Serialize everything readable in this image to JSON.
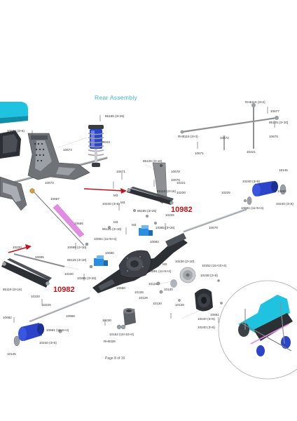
{
  "title": "Rear Assembly",
  "footer": "Page 8 of 16",
  "callouts": [
    "10982",
    "10982"
  ],
  "colors": {
    "title": "#3fb6c8",
    "arrow": "#c0151b",
    "shock": "#2b44c8",
    "link": "#e38be5",
    "cyan_body": "#1fc3e0"
  },
  "labels": [
    {
      "id": "a1",
      "text": "85185 (3×25)"
    },
    {
      "id": "a2",
      "text": "10686 (3×6)"
    },
    {
      "id": "a3",
      "text": "10674"
    },
    {
      "id": "a4",
      "text": "10043"
    },
    {
      "id": "a5",
      "text": "10673"
    },
    {
      "id": "a6",
      "text": "10657"
    },
    {
      "id": "a7",
      "text": "10665"
    },
    {
      "id": "a8",
      "text": "RH5116 (3×2)"
    },
    {
      "id": "a9",
      "text": "10677"
    },
    {
      "id": "a10",
      "text": "85125 (3×10)"
    },
    {
      "id": "a11",
      "text": "10675"
    },
    {
      "id": "a12",
      "text": "RH5116 (3×3)"
    },
    {
      "id": "a13",
      "text": "10671"
    },
    {
      "id": "a14",
      "text": "10672"
    },
    {
      "id": "a15",
      "text": "10221"
    },
    {
      "id": "a16",
      "text": "85125 (3×10)"
    },
    {
      "id": "a17",
      "text": "10678"
    },
    {
      "id": "a18",
      "text": "10671"
    },
    {
      "id": "a19",
      "text": "10676"
    },
    {
      "id": "a20",
      "text": "10220"
    },
    {
      "id": "a21",
      "text": "10221"
    },
    {
      "id": "a22",
      "text": "10240 (3×6)"
    },
    {
      "id": "a23",
      "text": "85185 (3×25)"
    },
    {
      "id": "a24",
      "text": "85119 (3×16)"
    },
    {
      "id": "a25",
      "text": "10226"
    },
    {
      "id": "a26",
      "text": "10225"
    },
    {
      "id": "a27",
      "text": "10240 (3×6)"
    },
    {
      "id": "a28",
      "text": "19145"
    },
    {
      "id": "a29",
      "text": "10682"
    },
    {
      "id": "a30",
      "text": "10691 (11×5×4)"
    },
    {
      "id": "a31",
      "text": "10240 (3×6)"
    },
    {
      "id": "a32",
      "text": "85125 (3×10)"
    },
    {
      "id": "a33",
      "text": "10385 (3×26)"
    },
    {
      "id": "a34",
      "text": "10670"
    },
    {
      "id": "a35",
      "text": "10683"
    },
    {
      "id": "a36",
      "text": "10691 (11×5×4)"
    },
    {
      "id": "a37",
      "text": "10699 (2×10)"
    },
    {
      "id": "a38",
      "text": "10690"
    },
    {
      "id": "a39",
      "text": "10220"
    },
    {
      "id": "a40",
      "text": "10695"
    },
    {
      "id": "a41",
      "text": "85125 (3×10)"
    },
    {
      "id": "a42",
      "text": "10220"
    },
    {
      "id": "a43",
      "text": "10385 (3×26)"
    },
    {
      "id": "a44",
      "text": "85119 (3×16)"
    },
    {
      "id": "a45",
      "text": "10220"
    },
    {
      "id": "a46",
      "text": "10225"
    },
    {
      "id": "a47",
      "text": "10968"
    },
    {
      "id": "a48",
      "text": "10660"
    },
    {
      "id": "a49",
      "text": "10691 (11×5×4)"
    },
    {
      "id": "a50",
      "text": "10131"
    },
    {
      "id": "a51",
      "text": "10130"
    },
    {
      "id": "a52",
      "text": "10230 (2×10)"
    },
    {
      "id": "a53",
      "text": "10152 (15×10×4)"
    },
    {
      "id": "a54",
      "text": "10238 (2×8)"
    },
    {
      "id": "a55",
      "text": "10125"
    },
    {
      "id": "a56",
      "text": "10129"
    },
    {
      "id": "a57",
      "text": "10130"
    },
    {
      "id": "a58",
      "text": "10128"
    },
    {
      "id": "a59",
      "text": "10240 (3×6)"
    },
    {
      "id": "a60",
      "text": "10682"
    },
    {
      "id": "a61",
      "text": "10681 (11×5×4)"
    },
    {
      "id": "a62",
      "text": "10240 (3×6)"
    },
    {
      "id": "a63",
      "text": "10145"
    },
    {
      "id": "a64",
      "text": "10230"
    },
    {
      "id": "a65",
      "text": "10152 (15×10×4)"
    },
    {
      "id": "a66",
      "text": "RH5326"
    },
    {
      "id": "a67",
      "text": "10681"
    },
    {
      "id": "a68",
      "text": "10240 (3×6)"
    },
    {
      "id": "a69",
      "text": "M3"
    },
    {
      "id": "a70",
      "text": "M3"
    },
    {
      "id": "a71",
      "text": "M3"
    },
    {
      "id": "a72",
      "text": "M3"
    },
    {
      "id": "a73",
      "text": "M2"
    },
    {
      "id": "a74",
      "text": "M2"
    },
    {
      "id": "a75",
      "text": "M4"
    }
  ]
}
